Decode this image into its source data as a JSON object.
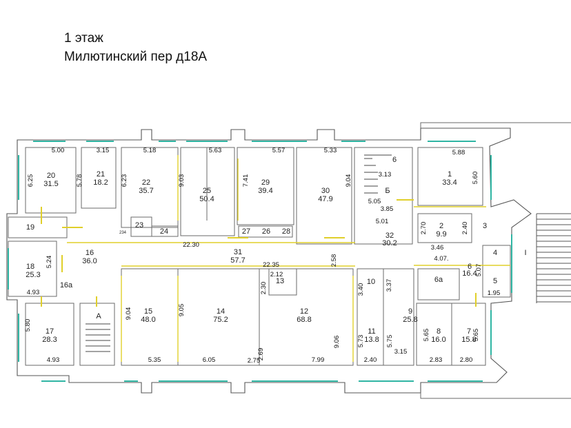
{
  "header": {
    "floor": "1 этаж",
    "address": "Милютинский пер д18А"
  },
  "rooms": [
    {
      "id": "r20",
      "num": "20",
      "area": "31.5"
    },
    {
      "id": "r21",
      "num": "21",
      "area": "18.2"
    },
    {
      "id": "r22",
      "num": "22",
      "area": "35.7"
    },
    {
      "id": "r25",
      "num": "25",
      "area": "50.4"
    },
    {
      "id": "r29",
      "num": "29",
      "area": "39.4"
    },
    {
      "id": "r30",
      "num": "30",
      "area": "47.9"
    },
    {
      "id": "r6",
      "num": "6",
      "area": ""
    },
    {
      "id": "rB",
      "num": "Б",
      "area": ""
    },
    {
      "id": "r1",
      "num": "1",
      "area": "33.4"
    },
    {
      "id": "r19",
      "num": "19",
      "area": ""
    },
    {
      "id": "r23",
      "num": "23",
      "area": ""
    },
    {
      "id": "r24",
      "num": "24",
      "area": ""
    },
    {
      "id": "r27",
      "num": "27",
      "area": ""
    },
    {
      "id": "r26",
      "num": "26",
      "area": ""
    },
    {
      "id": "r28",
      "num": "28",
      "area": ""
    },
    {
      "id": "r2",
      "num": "2",
      "area": "9.9"
    },
    {
      "id": "r3",
      "num": "3",
      "area": ""
    },
    {
      "id": "r32",
      "num": "32",
      "area": "30.2"
    },
    {
      "id": "r16",
      "num": "16",
      "area": "36.0"
    },
    {
      "id": "r31",
      "num": "31",
      "area": "57.7"
    },
    {
      "id": "r18",
      "num": "18",
      "area": "25.3"
    },
    {
      "id": "r16a",
      "num": "16а",
      "area": ""
    },
    {
      "id": "r13",
      "num": "13",
      "area": ""
    },
    {
      "id": "r10",
      "num": "10",
      "area": ""
    },
    {
      "id": "r4",
      "num": "4",
      "area": ""
    },
    {
      "id": "r6b",
      "num": "6",
      "area": "16.4"
    },
    {
      "id": "r6a",
      "num": "6а",
      "area": ""
    },
    {
      "id": "r5",
      "num": "5",
      "area": ""
    },
    {
      "id": "rI",
      "num": "I",
      "area": ""
    },
    {
      "id": "r15",
      "num": "15",
      "area": "48.0"
    },
    {
      "id": "r14",
      "num": "14",
      "area": "75.2"
    },
    {
      "id": "r12",
      "num": "12",
      "area": "68.8"
    },
    {
      "id": "r17",
      "num": "17",
      "area": "28.3"
    },
    {
      "id": "rA",
      "num": "А",
      "area": ""
    },
    {
      "id": "r11",
      "num": "11",
      "area": "13.8"
    },
    {
      "id": "r9",
      "num": "9",
      "area": "25.8"
    },
    {
      "id": "r8",
      "num": "8",
      "area": "16.0"
    },
    {
      "id": "r7",
      "num": "7",
      "area": "15.8"
    },
    {
      "id": "r234",
      "num": "234",
      "area": ""
    }
  ],
  "dimensions": [
    "5.00",
    "3.15",
    "5.18",
    "5.63",
    "5.57",
    "5.33",
    "5.88",
    "6.25",
    "5.78",
    "6.23",
    "9.03",
    "7.41",
    "9.04",
    "5.60",
    "3.13",
    "5.05",
    "3.85",
    "5.01",
    "2.70",
    "2.40",
    "3.46",
    "4.07.",
    "5.07",
    "22.30",
    "5.24",
    "22.35",
    "2.58",
    "2.12",
    "2.30",
    "3.40",
    "3.37",
    "4.93",
    "1.95",
    "9.04",
    "9.05",
    "9.06",
    "5.80",
    "5.73",
    "5.75",
    "5.65",
    "5.65",
    "2.69",
    "4.93",
    "5.35",
    "6.05",
    "2.75",
    "7.99",
    "2.40",
    "3.15",
    "2.83",
    "2.80"
  ]
}
